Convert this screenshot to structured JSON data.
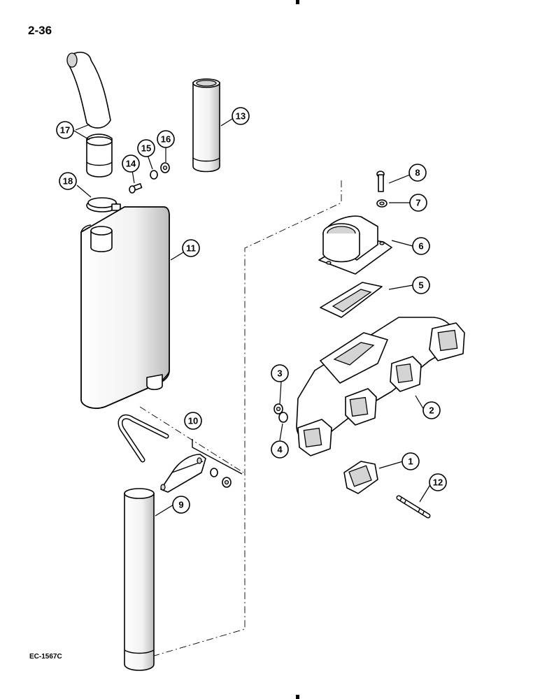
{
  "page": {
    "number": "2-36",
    "reference_code": "EC-1567C"
  },
  "callouts": [
    {
      "id": "c1",
      "label": "1"
    },
    {
      "id": "c2",
      "label": "2"
    },
    {
      "id": "c3",
      "label": "3"
    },
    {
      "id": "c4",
      "label": "4"
    },
    {
      "id": "c5",
      "label": "5"
    },
    {
      "id": "c6",
      "label": "6"
    },
    {
      "id": "c7",
      "label": "7"
    },
    {
      "id": "c8",
      "label": "8"
    },
    {
      "id": "c9",
      "label": "9"
    },
    {
      "id": "c10",
      "label": "10"
    },
    {
      "id": "c11",
      "label": "11"
    },
    {
      "id": "c12",
      "label": "12"
    },
    {
      "id": "c13",
      "label": "13"
    },
    {
      "id": "c14",
      "label": "14"
    },
    {
      "id": "c15",
      "label": "15"
    },
    {
      "id": "c16",
      "label": "16"
    },
    {
      "id": "c17",
      "label": "17"
    },
    {
      "id": "c18",
      "label": "18"
    }
  ]
}
